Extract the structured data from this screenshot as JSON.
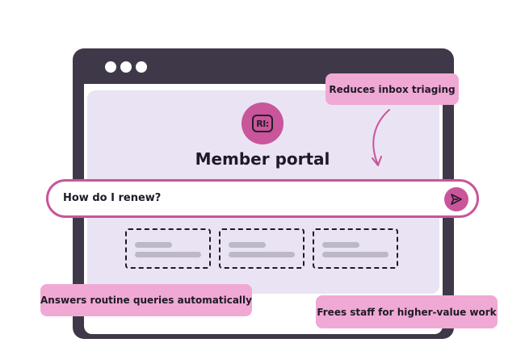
{
  "logo": {
    "text": "RI:"
  },
  "portal": {
    "title": "Member portal"
  },
  "search": {
    "query": "How do I renew?"
  },
  "callouts": {
    "inbox": "Reduces inbox triaging",
    "routine": "Answers routine queries automatically",
    "staff": "Frees staff for higher-value work"
  },
  "colors": {
    "accent": "#c9559a",
    "callout": "#f0a9d4",
    "panel": "#e9e3f3",
    "frame": "#3f3848"
  },
  "icons": [
    "window-dot-icon",
    "send-icon",
    "curved-arrow-icon"
  ]
}
